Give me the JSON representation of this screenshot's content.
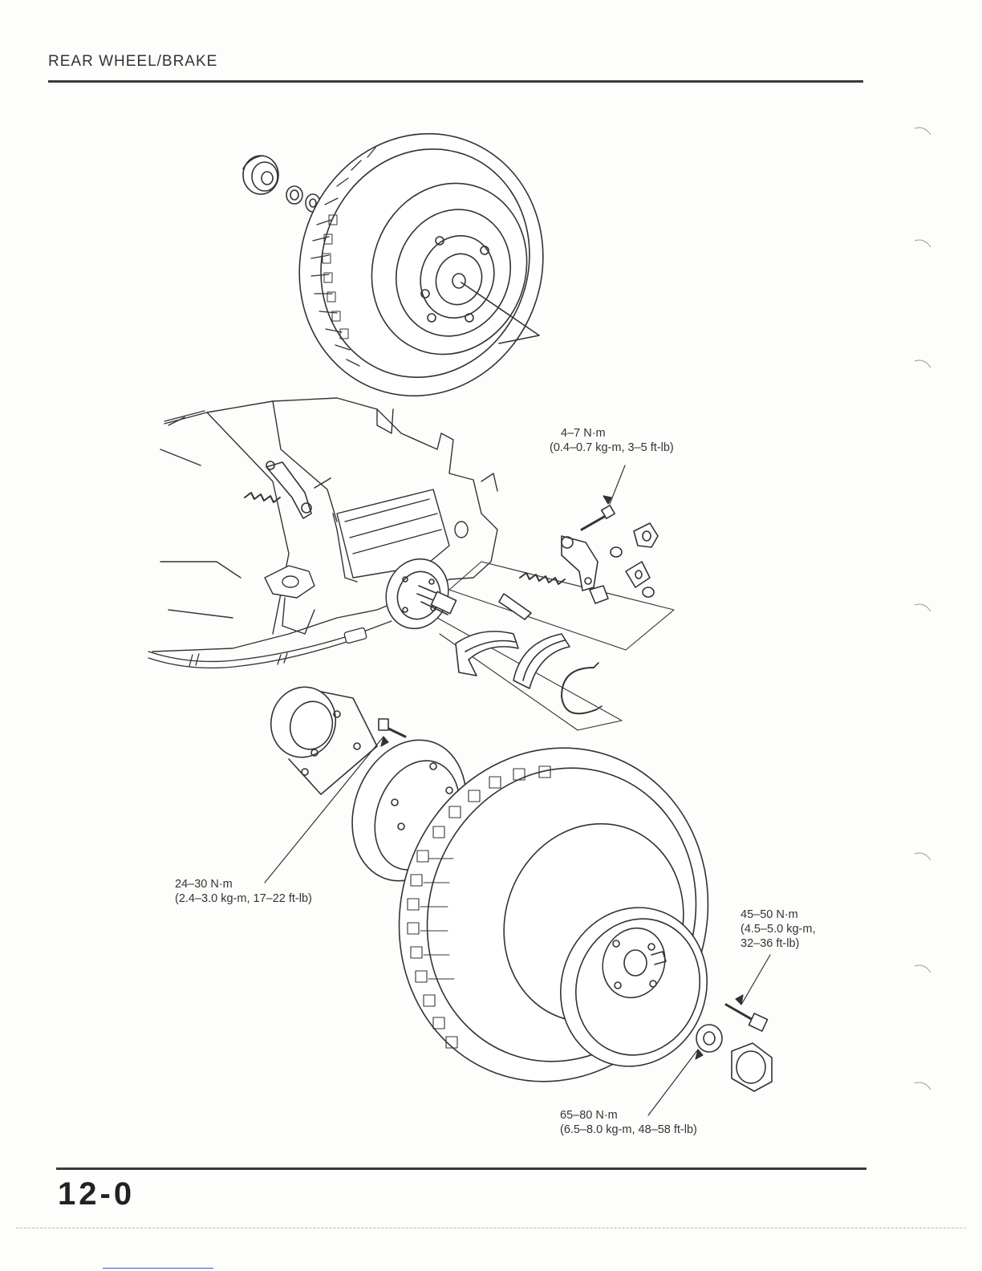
{
  "header": {
    "title": "REAR WHEEL/BRAKE"
  },
  "page_number": "12-0",
  "torque_specs": [
    {
      "id": "brake-arm-bolt",
      "nm": "4–7 N·m",
      "detail": "(0.4–0.7 kg-m, 3–5 ft-lb)"
    },
    {
      "id": "hub-flange-bolt",
      "nm": "24–30 N·m",
      "detail": "(2.4–3.0 kg-m, 17–22 ft-lb)"
    },
    {
      "id": "wheel-nut",
      "nm": "45–50 N·m",
      "line2": "(4.5–5.0 kg-m,",
      "line3": "32–36 ft-lb)"
    },
    {
      "id": "axle-nut",
      "nm": "65–80 N·m",
      "detail": "(6.5–8.0 kg-m, 48–58 ft-lb)"
    }
  ],
  "colors": {
    "ink": "#2a2a2a",
    "rule": "#3a3a3a",
    "paper": "#fdfdfb"
  }
}
